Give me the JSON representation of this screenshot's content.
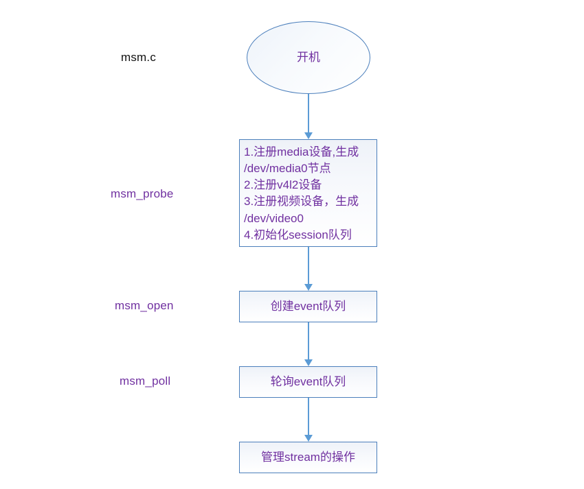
{
  "diagram": {
    "title": "msm.c camera driver flow",
    "colors": {
      "node_border": "#4a7ebb",
      "node_text": "#7030a0",
      "connector": "#5b9bd5",
      "label_dark": "#111111",
      "label_accent": "#7030a0",
      "background": "#ffffff"
    },
    "lane_labels": [
      {
        "id": "lane-msm-c",
        "text": "msm.c",
        "style": "dark"
      },
      {
        "id": "lane-msm-probe",
        "text": "msm_probe",
        "style": "accent"
      },
      {
        "id": "lane-msm-open",
        "text": "msm_open",
        "style": "accent"
      },
      {
        "id": "lane-msm-poll",
        "text": "msm_poll",
        "style": "accent"
      }
    ],
    "nodes": [
      {
        "id": "node-boot",
        "shape": "ellipse",
        "text": "开机"
      },
      {
        "id": "node-probe-steps",
        "shape": "box",
        "text": "1.注册media设备,生成\n/dev/media0节点\n2.注册v4l2设备\n3.注册视频设备，生成\n/dev/video0\n4.初始化session队列"
      },
      {
        "id": "node-create-event",
        "shape": "box",
        "text": "创建event队列"
      },
      {
        "id": "node-poll-event",
        "shape": "box",
        "text": "轮询event队列"
      },
      {
        "id": "node-manage-stream",
        "shape": "box",
        "text": "管理stream的操作"
      }
    ],
    "connectors": [
      {
        "id": "arrow-boot-to-probe",
        "from": "node-boot",
        "to": "node-probe-steps"
      },
      {
        "id": "arrow-probe-to-create",
        "from": "node-probe-steps",
        "to": "node-create-event"
      },
      {
        "id": "arrow-create-to-poll",
        "from": "node-create-event",
        "to": "node-poll-event"
      },
      {
        "id": "arrow-poll-to-stream",
        "from": "node-poll-event",
        "to": "node-manage-stream"
      }
    ]
  }
}
